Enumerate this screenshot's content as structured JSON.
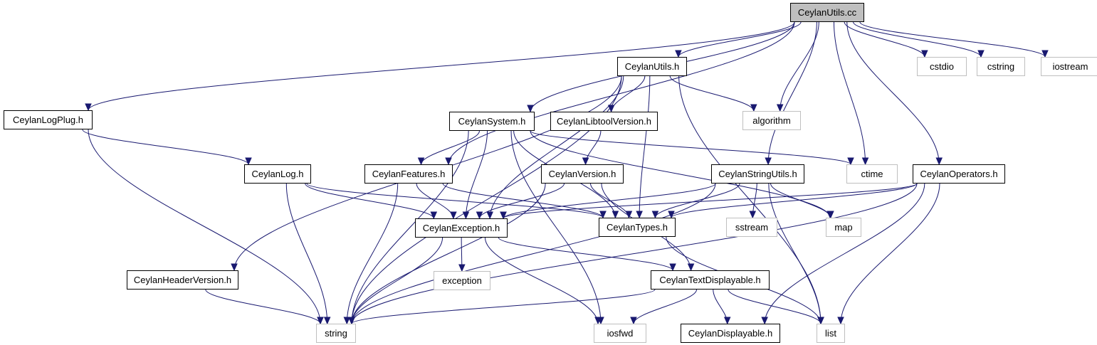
{
  "diagram": {
    "nodes": [
      {
        "id": "root",
        "label": "CeylanUtils.cc",
        "kind": "root"
      },
      {
        "id": "utils_h",
        "label": "CeylanUtils.h",
        "kind": "project"
      },
      {
        "id": "cstdio",
        "label": "cstdio",
        "kind": "system"
      },
      {
        "id": "cstring",
        "label": "cstring",
        "kind": "system"
      },
      {
        "id": "iostream",
        "label": "iostream",
        "kind": "system"
      },
      {
        "id": "logplug",
        "label": "CeylanLogPlug.h",
        "kind": "project"
      },
      {
        "id": "system",
        "label": "CeylanSystem.h",
        "kind": "project"
      },
      {
        "id": "libtool",
        "label": "CeylanLibtoolVersion.h",
        "kind": "project"
      },
      {
        "id": "algorithm",
        "label": "algorithm",
        "kind": "system"
      },
      {
        "id": "log",
        "label": "CeylanLog.h",
        "kind": "project"
      },
      {
        "id": "features",
        "label": "CeylanFeatures.h",
        "kind": "project"
      },
      {
        "id": "version",
        "label": "CeylanVersion.h",
        "kind": "project"
      },
      {
        "id": "stringutils",
        "label": "CeylanStringUtils.h",
        "kind": "project"
      },
      {
        "id": "ctime",
        "label": "ctime",
        "kind": "system"
      },
      {
        "id": "operators",
        "label": "CeylanOperators.h",
        "kind": "project"
      },
      {
        "id": "exception_h",
        "label": "CeylanException.h",
        "kind": "project"
      },
      {
        "id": "types",
        "label": "CeylanTypes.h",
        "kind": "project"
      },
      {
        "id": "sstream",
        "label": "sstream",
        "kind": "system"
      },
      {
        "id": "map",
        "label": "map",
        "kind": "system"
      },
      {
        "id": "headerversion",
        "label": "CeylanHeaderVersion.h",
        "kind": "project"
      },
      {
        "id": "exception",
        "label": "exception",
        "kind": "system"
      },
      {
        "id": "textdisplayable",
        "label": "CeylanTextDisplayable.h",
        "kind": "project"
      },
      {
        "id": "string",
        "label": "string",
        "kind": "system"
      },
      {
        "id": "iosfwd",
        "label": "iosfwd",
        "kind": "system"
      },
      {
        "id": "displayable",
        "label": "CeylanDisplayable.h",
        "kind": "project"
      },
      {
        "id": "list",
        "label": "list",
        "kind": "system"
      }
    ],
    "edges": [
      [
        "root",
        "utils_h"
      ],
      [
        "root",
        "cstdio"
      ],
      [
        "root",
        "cstring"
      ],
      [
        "root",
        "iostream"
      ],
      [
        "root",
        "logplug"
      ],
      [
        "root",
        "system"
      ],
      [
        "root",
        "algorithm"
      ],
      [
        "root",
        "features"
      ],
      [
        "root",
        "stringutils"
      ],
      [
        "root",
        "ctime"
      ],
      [
        "root",
        "operators"
      ],
      [
        "utils_h",
        "libtool"
      ],
      [
        "utils_h",
        "algorithm"
      ],
      [
        "utils_h",
        "headerversion"
      ],
      [
        "utils_h",
        "exception_h"
      ],
      [
        "utils_h",
        "types"
      ],
      [
        "utils_h",
        "string"
      ],
      [
        "utils_h",
        "list"
      ],
      [
        "logplug",
        "log"
      ],
      [
        "logplug",
        "string"
      ],
      [
        "system",
        "features"
      ],
      [
        "system",
        "exception_h"
      ],
      [
        "system",
        "types"
      ],
      [
        "system",
        "ctime"
      ],
      [
        "system",
        "map"
      ],
      [
        "system",
        "string"
      ],
      [
        "system",
        "iosfwd"
      ],
      [
        "libtool",
        "version"
      ],
      [
        "log",
        "exception_h"
      ],
      [
        "log",
        "types"
      ],
      [
        "log",
        "string"
      ],
      [
        "features",
        "exception_h"
      ],
      [
        "features",
        "types"
      ],
      [
        "features",
        "string"
      ],
      [
        "version",
        "exception_h"
      ],
      [
        "version",
        "types"
      ],
      [
        "version",
        "textdisplayable"
      ],
      [
        "version",
        "string"
      ],
      [
        "stringutils",
        "exception_h"
      ],
      [
        "stringutils",
        "types"
      ],
      [
        "stringutils",
        "sstream"
      ],
      [
        "stringutils",
        "map"
      ],
      [
        "stringutils",
        "list"
      ],
      [
        "stringutils",
        "string"
      ],
      [
        "operators",
        "exception_h"
      ],
      [
        "operators",
        "types"
      ],
      [
        "operators",
        "displayable"
      ],
      [
        "operators",
        "list"
      ],
      [
        "operators",
        "string"
      ],
      [
        "exception_h",
        "exception"
      ],
      [
        "exception_h",
        "textdisplayable"
      ],
      [
        "exception_h",
        "string"
      ],
      [
        "exception_h",
        "iosfwd"
      ],
      [
        "headerversion",
        "string"
      ],
      [
        "textdisplayable",
        "string"
      ],
      [
        "textdisplayable",
        "iosfwd"
      ],
      [
        "textdisplayable",
        "displayable"
      ],
      [
        "textdisplayable",
        "list"
      ],
      [
        "types",
        "list"
      ]
    ]
  }
}
